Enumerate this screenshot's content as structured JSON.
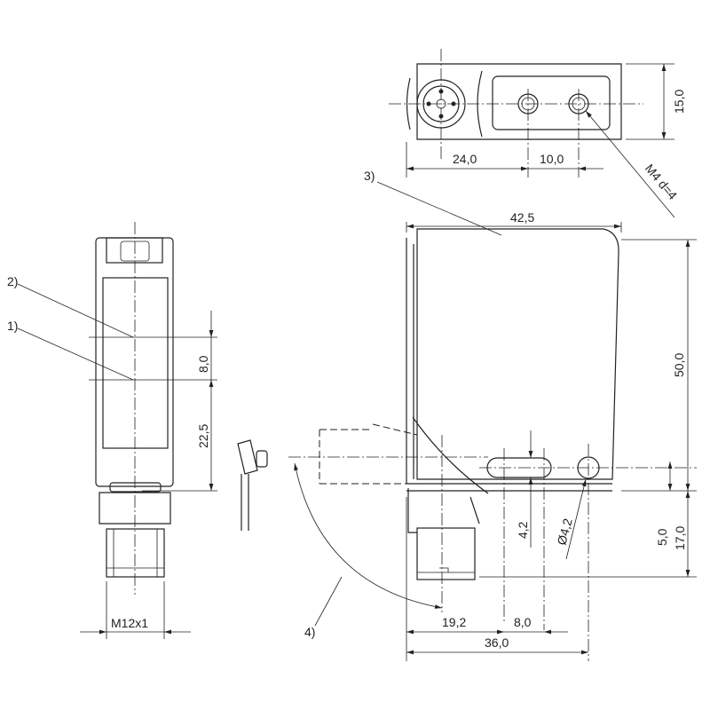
{
  "dimensions": {
    "top_width_1": "24,0",
    "top_width_2": "10,0",
    "top_height": "15,0",
    "thread_note": "M4 d=4",
    "body_width": "42,5",
    "body_height": "50,0",
    "lower_offset": "5,0",
    "connector_height": "17,0",
    "slot_width": "4,2",
    "hole_diameter": "Ø4,2",
    "offset_1": "19,2",
    "offset_2": "8,0",
    "total_width": "36,0",
    "front_spacing": "8,0",
    "front_height": "22,5",
    "thread_size": "M12x1"
  },
  "callouts": {
    "c1": "1)",
    "c2": "2)",
    "c3": "3)",
    "c4": "4)"
  }
}
